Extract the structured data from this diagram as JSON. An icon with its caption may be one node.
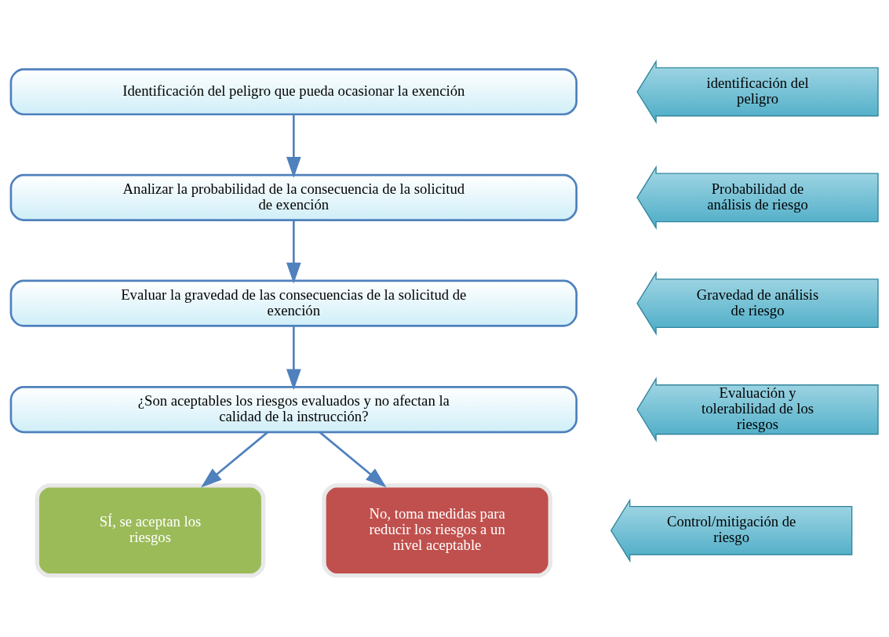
{
  "diagram": {
    "nodes": [
      {
        "text": [
          "Identificación del peligro que pueda ocasionar la exención"
        ]
      },
      {
        "text": [
          "Analizar la probabilidad de la consecuencia de la solicitud de exención"
        ]
      },
      {
        "text": [
          "Evaluar la gravedad de las consecuencias de la solicitud de exención"
        ]
      },
      {
        "text": [
          "¿Son aceptables los riesgos evaluados y no afectan la calidad de la instrucción?"
        ]
      },
      {
        "text": [
          "SÍ, se aceptan los riesgos"
        ]
      },
      {
        "text": [
          "No, toma medidas para reducir los riesgos a un nivel aceptable"
        ]
      },
      {
        "text": [
          "identificación del peligro"
        ]
      },
      {
        "text": [
          "Probabilidad de análisis de riesgo"
        ]
      },
      {
        "text": [
          "Gravedad de análisis de riesgo"
        ]
      },
      {
        "text": [
          "Evaluación y tolerabilidad de los riesgos"
        ]
      },
      {
        "text": [
          "Control/mitigación de riesgo"
        ]
      }
    ],
    "edges": [
      {
        "from": 0,
        "to": 1,
        "arrow": "to"
      },
      {
        "from": 1,
        "to": 2,
        "arrow": "to"
      },
      {
        "from": 2,
        "to": 3,
        "arrow": "to"
      },
      {
        "from": 3,
        "to": 4,
        "arrow": "to"
      },
      {
        "from": 3,
        "to": 5,
        "arrow": "to"
      }
    ]
  }
}
